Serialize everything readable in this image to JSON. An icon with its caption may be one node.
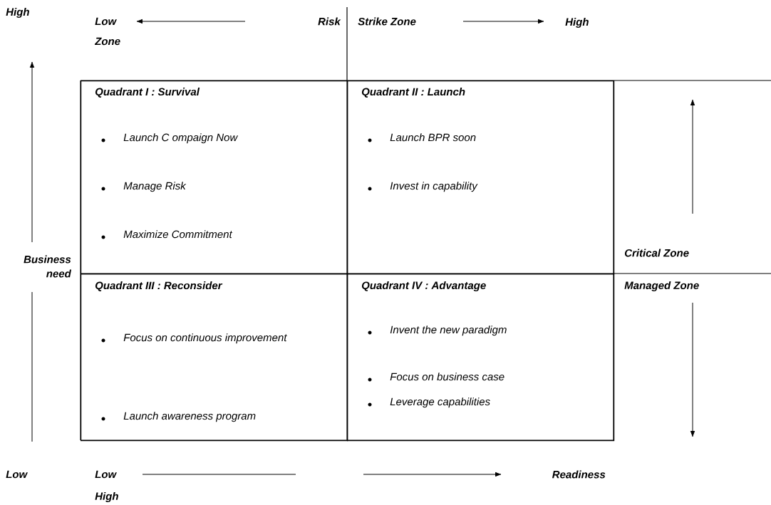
{
  "diagram": {
    "nodes": [
      {
        "text": [
          "Quadrant I : Survival",
          "Launch C ompaign Now",
          "Manage Risk",
          "Maximize Commitment"
        ]
      },
      {
        "text": [
          "Quadrant II : Launch",
          "Launch BPR soon",
          "Invest in capability"
        ]
      },
      {
        "text": [
          "Quadrant III : Reconsider",
          "Focus on continuous improvement",
          "Launch awareness program"
        ]
      },
      {
        "text": [
          "Quadrant IV : Advantage",
          "Invent the new paradigm",
          "Focus on business case",
          "Leverage capabilities"
        ]
      }
    ],
    "labels": [
      "High",
      "Low",
      "Risk",
      "Strike Zone",
      "High",
      "Zone",
      "Critical Zone",
      "Business need",
      "Managed Zone",
      "Low",
      "Low",
      "Readiness",
      "High"
    ]
  }
}
